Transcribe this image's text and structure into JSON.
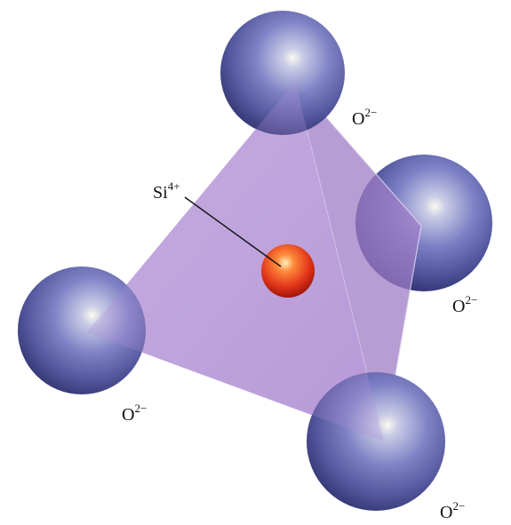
{
  "colors": {
    "background": "#ffffff",
    "tetrahedron_face": "#b79ad6",
    "oxygen_sphere": "#6b70b8",
    "silicon_sphere": "#e8431c"
  },
  "atoms": {
    "silicon": {
      "symbol": "Si",
      "charge": "4+"
    },
    "oxygen": [
      {
        "symbol": "O",
        "charge": "2−"
      },
      {
        "symbol": "O",
        "charge": "2−"
      },
      {
        "symbol": "O",
        "charge": "2−"
      },
      {
        "symbol": "O",
        "charge": "2−"
      }
    ]
  }
}
